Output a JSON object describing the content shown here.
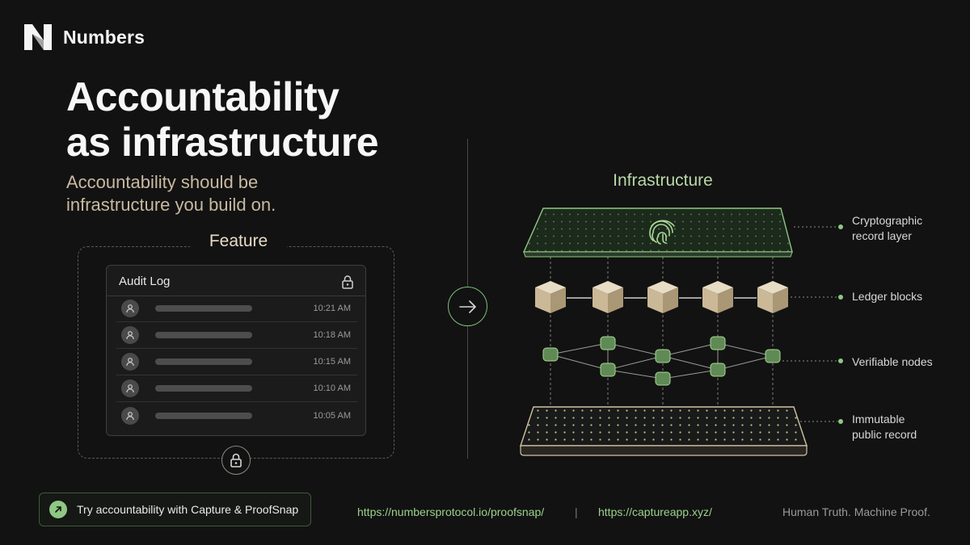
{
  "brand": {
    "name": "Numbers"
  },
  "headline": {
    "line1": "Accountability",
    "line2": "as infrastructure"
  },
  "subhead": {
    "line1": "Accountability should be",
    "line2": "infrastructure you build on."
  },
  "feature": {
    "title": "Feature",
    "audit_log": {
      "title": "Audit Log",
      "rows": [
        {
          "time": "10:21 AM"
        },
        {
          "time": "10:18 AM"
        },
        {
          "time": "10:15 AM"
        },
        {
          "time": "10:10 AM"
        },
        {
          "time": "10:05 AM"
        }
      ]
    }
  },
  "infrastructure": {
    "title": "Infrastructure",
    "layers": [
      {
        "line1": "Cryptographic",
        "line2": "record layer"
      },
      {
        "line1": "Ledger blocks",
        "line2": ""
      },
      {
        "line1": "Verifiable nodes",
        "line2": ""
      },
      {
        "line1": "Immutable",
        "line2": "public record"
      }
    ]
  },
  "footer": {
    "cta_label": "Try accountability with Capture & ProofSnap",
    "link1": "https://numbersprotocol.io/proofsnap/",
    "separator": "|",
    "link2": "https://captureapp.xyz/",
    "tagline": "Human Truth. Machine Proof."
  },
  "colors": {
    "background": "#121212",
    "accent_green": "#8fc884",
    "accent_beige": "#c9b9a0",
    "cube": "#d2c2a4"
  },
  "icons": [
    "numbers-logo-icon",
    "lock-icon",
    "user-icon",
    "arrow-right-icon",
    "fingerprint-icon",
    "arrow-up-right-icon"
  ]
}
